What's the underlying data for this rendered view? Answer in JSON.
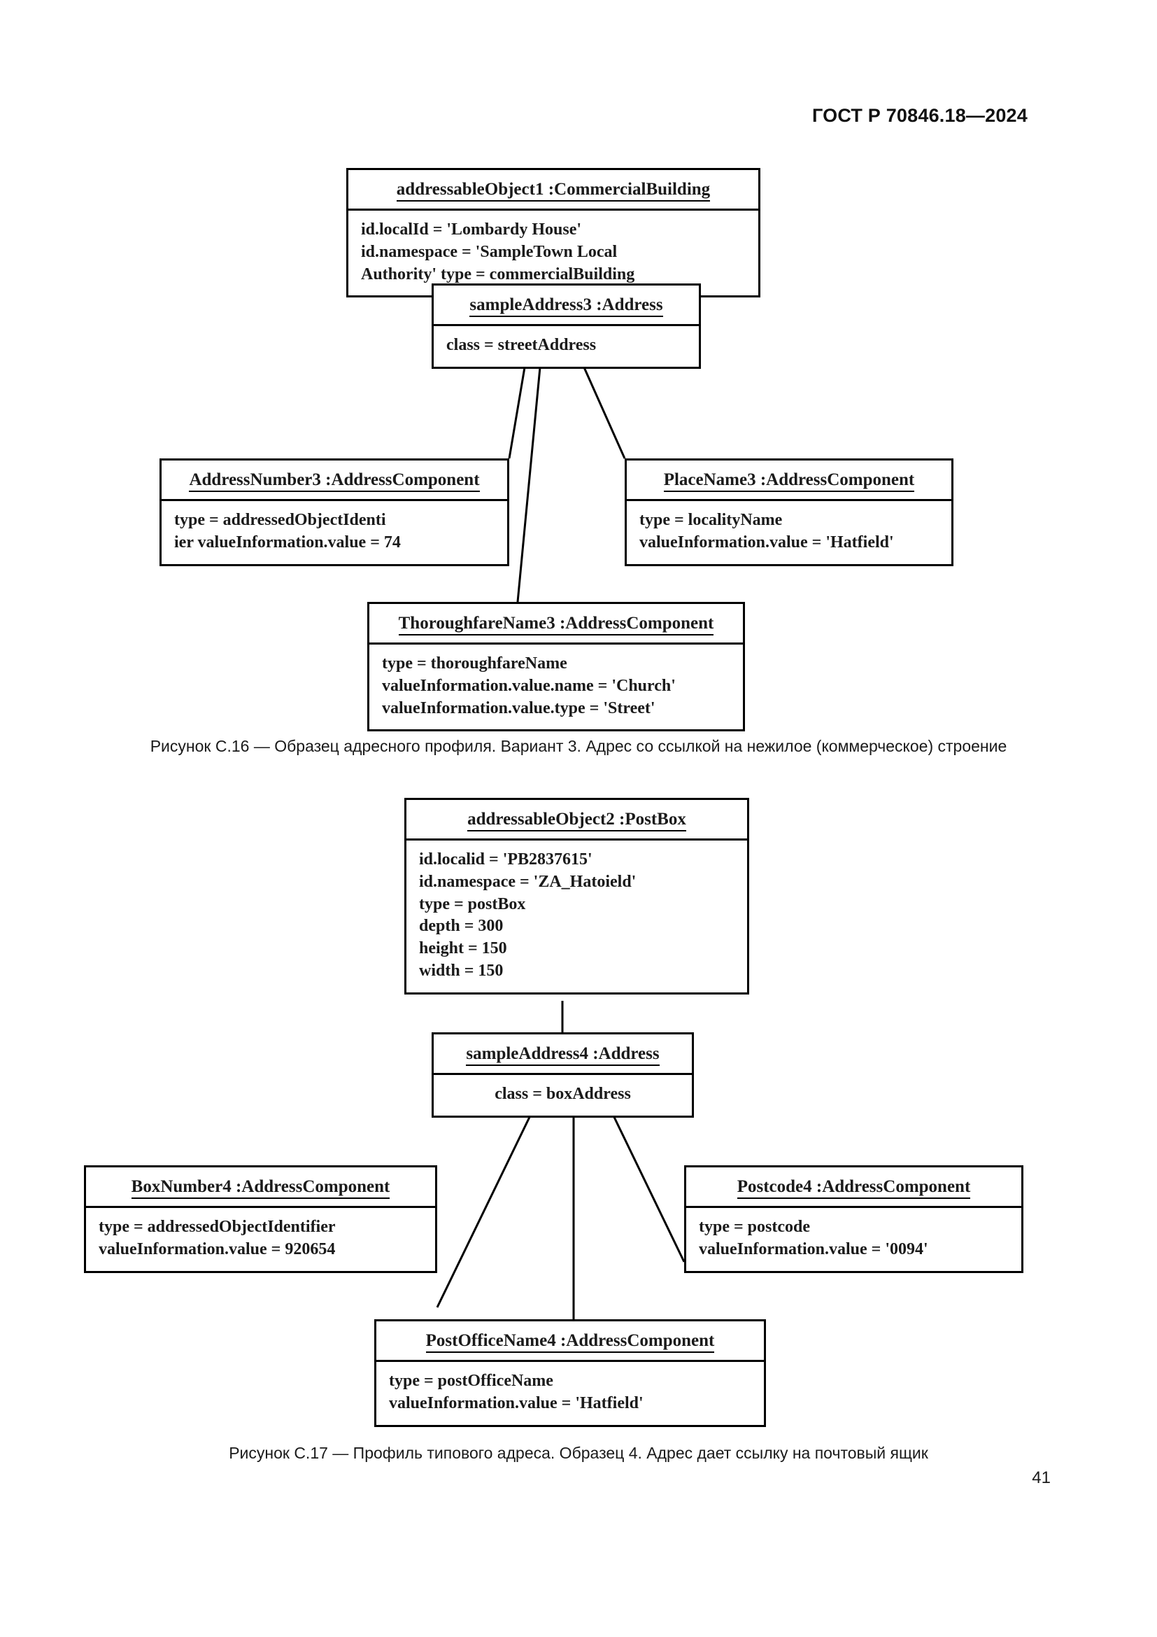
{
  "header": {
    "standard_number": "ГОСТ Р 70846.18—2024"
  },
  "page_number": "41",
  "figures": [
    {
      "id": "c16",
      "caption": "Рисунок С.16 — Образец адресного профиля. Вариант 3. Адрес со ссылкой на нежилое (коммерческое) строение",
      "boxes": [
        {
          "name": "addressable-object1",
          "title": "addressableObject1 :CommercialBuilding",
          "attributes": [
            "id.localId = 'Lombardy House'",
            "id.namespace = 'SampleTown Local",
            "Authority' type = commercialBuilding"
          ]
        },
        {
          "name": "sample-address3",
          "title": "sampleAddress3 :Address",
          "attributes": [
            "class = streetAddress"
          ]
        },
        {
          "name": "address-number3",
          "title": "AddressNumber3 :AddressComponent",
          "attributes": [
            "type = addressedObjectIdenti",
            "ier valueInformation.value = 74"
          ]
        },
        {
          "name": "place-name3",
          "title": "PlaceName3 :AddressComponent",
          "attributes": [
            "type = localityName",
            "valueInformation.value = 'Hatfield'"
          ]
        },
        {
          "name": "thoroughfare-name3",
          "title": "ThoroughfareName3 :AddressComponent",
          "attributes": [
            "type = thoroughfareName",
            "valueInformation.value.name = 'Church'",
            "valueInformation.value.type = 'Street'"
          ]
        }
      ]
    },
    {
      "id": "c17",
      "caption": "Рисунок С.17 — Профиль типового адреса. Образец 4. Адрес дает ссылку на почтовый ящик",
      "boxes": [
        {
          "name": "addressable-object2",
          "title": "addressableObject2 :PostBox",
          "attributes": [
            "id.localid = 'PB2837615'",
            "id.namespace = 'ZA_Hatoield'",
            "type = postBox",
            "depth = 300",
            "height = 150",
            "width = 150"
          ]
        },
        {
          "name": "sample-address4",
          "title": "sampleAddress4 :Address",
          "attributes": [
            "class = boxAddress"
          ]
        },
        {
          "name": "box-number4",
          "title": "BoxNumber4 :AddressComponent",
          "attributes": [
            "type = addressedObjectIdentifier",
            "valueInformation.value = 920654"
          ]
        },
        {
          "name": "postcode4",
          "title": "Postcode4 :AddressComponent",
          "attributes": [
            "type = postcode",
            "valueInformation.value = '0094'"
          ]
        },
        {
          "name": "post-office-name4",
          "title": "PostOfficeName4 :AddressComponent",
          "attributes": [
            "type = postOfficeName",
            "valueInformation.value = 'Hatfield'"
          ]
        }
      ]
    }
  ]
}
